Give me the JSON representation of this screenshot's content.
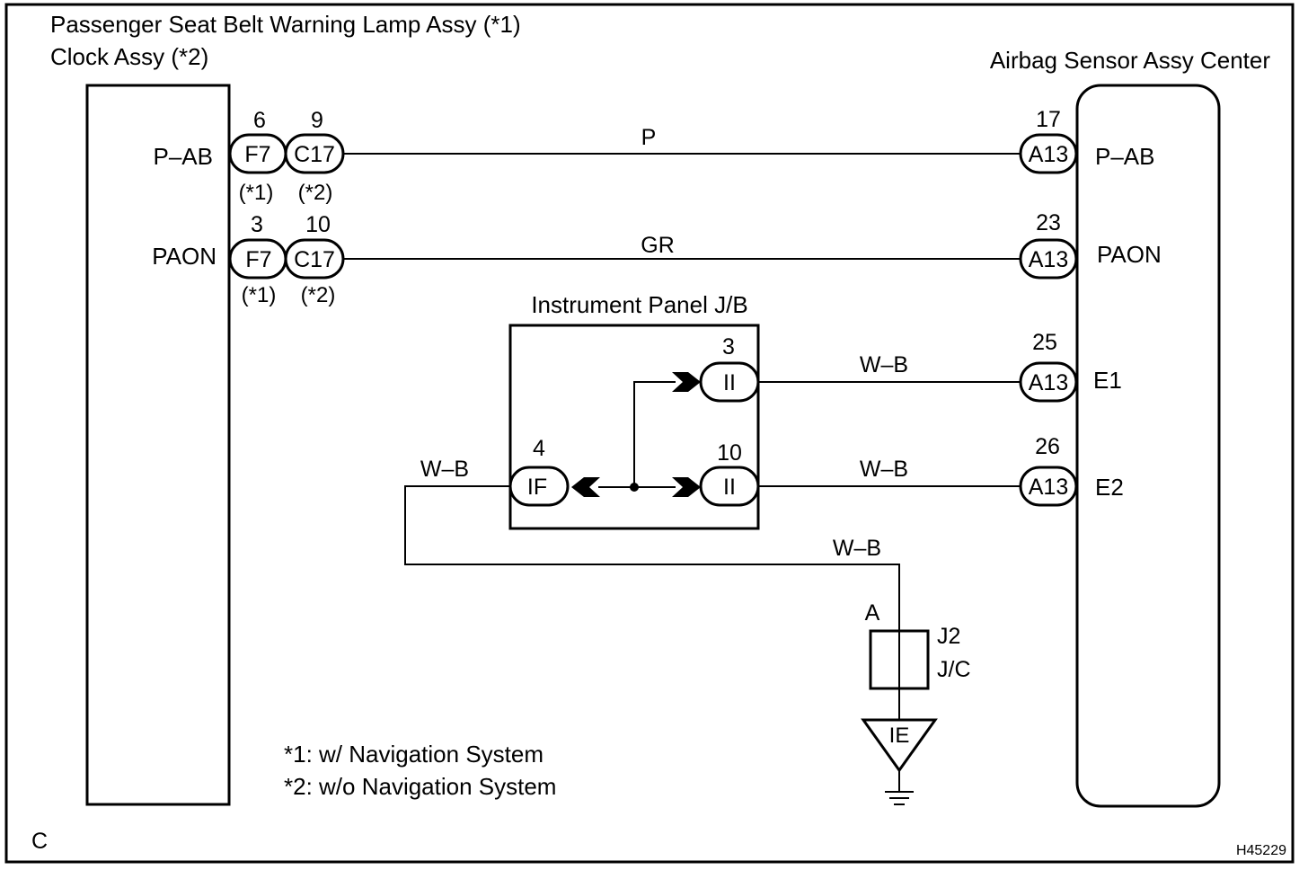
{
  "left_component": {
    "title_line1": "Passenger Seat Belt Warning Lamp Assy (*1)",
    "title_line2": "Clock Assy (*2)",
    "pins": [
      {
        "label": "P–AB",
        "connectors": [
          {
            "pin": "6",
            "code": "F7",
            "note": "(*1)"
          },
          {
            "pin": "9",
            "code": "C17",
            "note": "(*2)"
          }
        ]
      },
      {
        "label": "PAON",
        "connectors": [
          {
            "pin": "3",
            "code": "F7",
            "note": "(*1)"
          },
          {
            "pin": "10",
            "code": "C17",
            "note": "(*2)"
          }
        ]
      }
    ]
  },
  "right_component": {
    "title": "Airbag Sensor Assy Center",
    "pins": [
      {
        "label": "P–AB",
        "pin": "17",
        "code": "A13"
      },
      {
        "label": "PAON",
        "pin": "23",
        "code": "A13"
      },
      {
        "label": "E1",
        "pin": "25",
        "code": "A13"
      },
      {
        "label": "E2",
        "pin": "26",
        "code": "A13"
      }
    ]
  },
  "wires": {
    "p_ab": "P",
    "paon": "GR",
    "e1": "W–B",
    "e2": "W–B",
    "if_out": "W–B",
    "ground": "W–B"
  },
  "junction_block": {
    "title": "Instrument Panel J/B",
    "connectors": [
      {
        "pin": "3",
        "code": "II"
      },
      {
        "pin": "10",
        "code": "II"
      },
      {
        "pin": "4",
        "code": "IF"
      }
    ]
  },
  "junction_connector": {
    "pin": "A",
    "code": "J2",
    "type": "J/C"
  },
  "ground_point": "IE",
  "notes": [
    "*1: w/ Navigation System",
    "*2: w/o Navigation System"
  ],
  "corner_left": "C",
  "diagram_code": "H45229"
}
